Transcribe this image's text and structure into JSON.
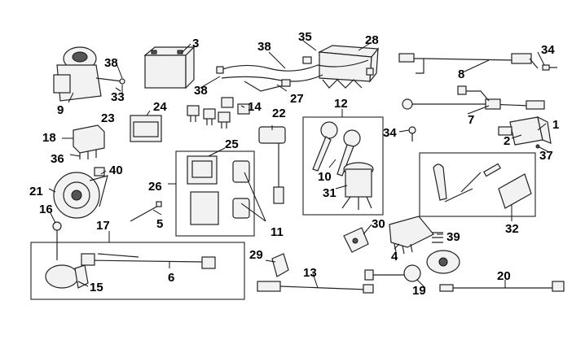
{
  "callouts": [
    {
      "key": "c1",
      "text": "1"
    },
    {
      "key": "c2",
      "text": "2"
    },
    {
      "key": "c3",
      "text": "3"
    },
    {
      "key": "c4",
      "text": "4"
    },
    {
      "key": "c5",
      "text": "5"
    },
    {
      "key": "c6",
      "text": "6"
    },
    {
      "key": "c7",
      "text": "7"
    },
    {
      "key": "c8",
      "text": "8"
    },
    {
      "key": "c9",
      "text": "9"
    },
    {
      "key": "c10",
      "text": "10"
    },
    {
      "key": "c11",
      "text": "11"
    },
    {
      "key": "c12",
      "text": "12"
    },
    {
      "key": "c13",
      "text": "13"
    },
    {
      "key": "c14",
      "text": "14"
    },
    {
      "key": "c15",
      "text": "15"
    },
    {
      "key": "c16",
      "text": "16"
    },
    {
      "key": "c17",
      "text": "17"
    },
    {
      "key": "c18",
      "text": "18"
    },
    {
      "key": "c19",
      "text": "19"
    },
    {
      "key": "c20",
      "text": "20"
    },
    {
      "key": "c21",
      "text": "21"
    },
    {
      "key": "c22",
      "text": "22"
    },
    {
      "key": "c23",
      "text": "23"
    },
    {
      "key": "c24",
      "text": "24"
    },
    {
      "key": "c25",
      "text": "25"
    },
    {
      "key": "c26",
      "text": "26"
    },
    {
      "key": "c27",
      "text": "27"
    },
    {
      "key": "c28",
      "text": "28"
    },
    {
      "key": "c29",
      "text": "29"
    },
    {
      "key": "c30",
      "text": "30"
    },
    {
      "key": "c31",
      "text": "31"
    },
    {
      "key": "c32",
      "text": "32"
    },
    {
      "key": "c33",
      "text": "33"
    },
    {
      "key": "c34a",
      "text": "34"
    },
    {
      "key": "c34b",
      "text": "34"
    },
    {
      "key": "c35",
      "text": "35"
    },
    {
      "key": "c36",
      "text": "36"
    },
    {
      "key": "c37",
      "text": "37"
    },
    {
      "key": "c38a",
      "text": "38"
    },
    {
      "key": "c38b",
      "text": "38"
    },
    {
      "key": "c38c",
      "text": "38"
    },
    {
      "key": "c39",
      "text": "39"
    },
    {
      "key": "c40",
      "text": "40"
    }
  ]
}
